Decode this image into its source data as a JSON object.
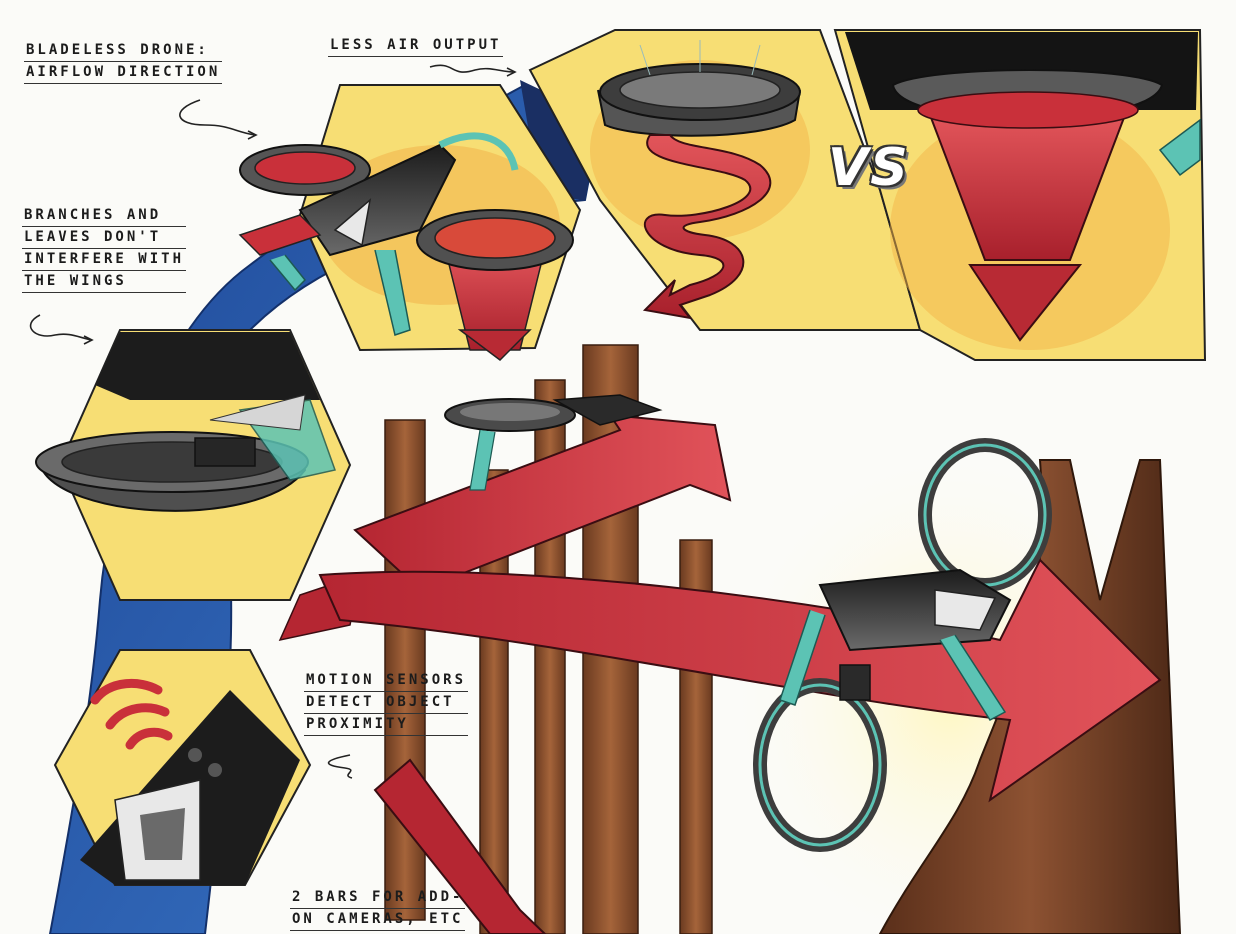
{
  "annotations": {
    "title": [
      "Bladeless drone:",
      "airflow direction"
    ],
    "air_output": "Less air output",
    "branches": [
      "Branches and",
      "leaves don't",
      "interfere with",
      "the wings"
    ],
    "motion": [
      "Motion sensors",
      "detect object",
      "proximity"
    ],
    "bars": [
      "2 bars for add-",
      "on cameras, etc"
    ]
  },
  "comparison_label": "VS",
  "colors": {
    "panel_yellow": "#f7de74",
    "glow_orange": "#f2a23a",
    "arrow_red": "#c9303a",
    "band_blue": "#2458a8",
    "band_navy": "#1a2f63",
    "drone_gray": "#4a4a4a",
    "accent_teal": "#5cc3b4",
    "tree_brown": "#8a4e2c"
  }
}
